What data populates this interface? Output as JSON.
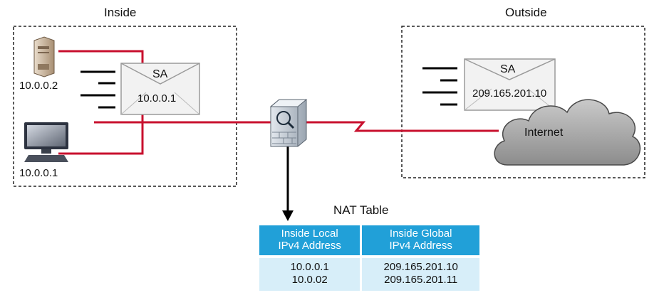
{
  "zones": {
    "inside_title": "Inside",
    "outside_title": "Outside"
  },
  "hosts": {
    "server_ip": "10.0.0.2",
    "pc_ip": "10.0.0.1"
  },
  "packets": {
    "inside": {
      "header": "SA",
      "address": "10.0.0.1"
    },
    "outside": {
      "header": "SA",
      "address": "209.165.201.10"
    }
  },
  "cloud": {
    "label": "Internet"
  },
  "nat_table": {
    "title": "NAT Table",
    "col1_header_line1": "Inside Local",
    "col1_header_line2": "IPv4 Address",
    "col2_header_line1": "Inside Global",
    "col2_header_line2": "IPv4 Address",
    "rows": [
      {
        "local": "10.0.0.1",
        "global": "209.165.201.10"
      },
      {
        "local": "10.0.02",
        "global": "209.165.201.11"
      }
    ]
  },
  "colors": {
    "link": "#c8102e",
    "table_header": "#21a0d8",
    "table_body": "#d7eef9"
  },
  "icons": [
    "server-icon",
    "pc-icon",
    "nat-router-icon",
    "internet-cloud-icon",
    "envelope-icon"
  ]
}
